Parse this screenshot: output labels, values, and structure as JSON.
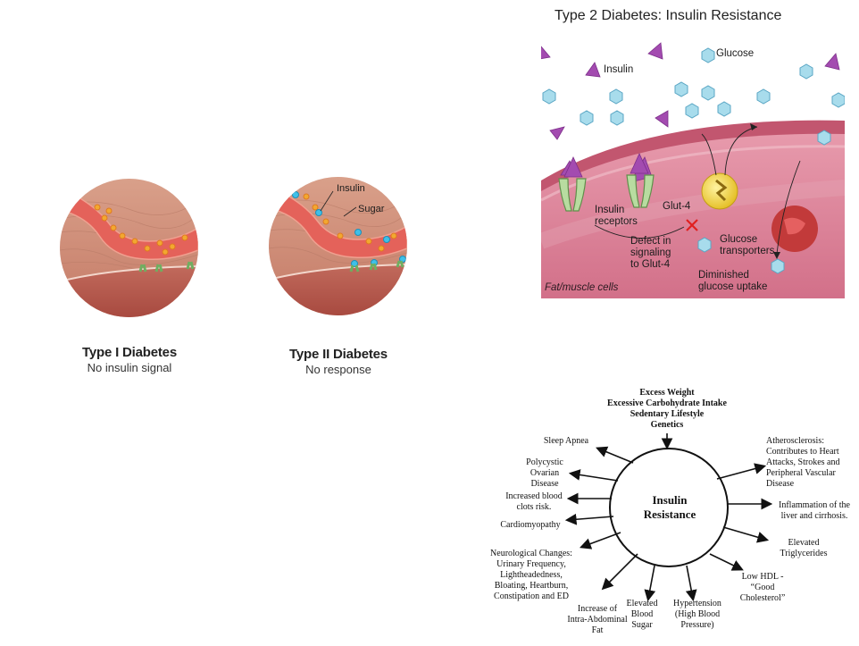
{
  "type1": {
    "title": "Type I Diabetes",
    "subtitle": "No insulin signal"
  },
  "type2": {
    "title": "Type II Diabetes",
    "subtitle": "No response",
    "label_insulin": "Insulin",
    "label_sugar": "Sugar"
  },
  "insulin_resistance_panel": {
    "title": "Type 2 Diabetes: Insulin Resistance",
    "label_insulin": "Insulin",
    "label_glucose": "Glucose",
    "label_receptors_1": "Insulin",
    "label_receptors_2": "receptors",
    "label_glut4": "Glut-4",
    "label_defect_1": "Defect in",
    "label_defect_2": "signaling",
    "label_defect_3": "to Glut-4",
    "label_transporters_1": "Glucose",
    "label_transporters_2": "transporters",
    "label_diminished_1": "Diminished",
    "label_diminished_2": "glucose uptake",
    "label_cells": "Fat/muscle cells",
    "colors": {
      "insulin": "#a34bb0",
      "glucose": "#8fd3e6",
      "cell": "#d9748a",
      "membrane": "#b94b66"
    }
  },
  "mind_map": {
    "causes": [
      "Excess Weight",
      "Excessive Carbohydrate Intake",
      "Sedentary Lifestyle",
      "Genetics"
    ],
    "center_line1": "Insulin",
    "center_line2": "Resistance",
    "effects": {
      "sleep_apnea": [
        "Sleep Apnea"
      ],
      "pcos": [
        "Polycystic",
        "Ovarian",
        "Disease"
      ],
      "clots": [
        "Increased blood",
        "clots risk."
      ],
      "cardio": [
        "Cardiomyopathy"
      ],
      "neuro": [
        "Neurological Changes:",
        "Urinary Frequency,",
        "Lightheadedness,",
        "Bloating, Heartburn,",
        "Constipation and ED"
      ],
      "abdominal": [
        "Increase of",
        "Intra-Abdominal",
        "Fat"
      ],
      "sugar": [
        "Elevated",
        "Blood",
        "Sugar"
      ],
      "hypertension": [
        "Hypertension",
        "(High Blood",
        "Pressure)"
      ],
      "hdl": [
        "Low HDL -",
        "“Good",
        "Cholesterol”"
      ],
      "trig": [
        "Elevated",
        "Triglycerides"
      ],
      "liver": [
        "Inflammation of the",
        "liver and cirrhosis."
      ],
      "athero": [
        "Atherosclerosis:",
        "Contributes to Heart",
        "Attacks, Strokes and",
        "Peripheral Vascular",
        "Disease"
      ]
    }
  }
}
